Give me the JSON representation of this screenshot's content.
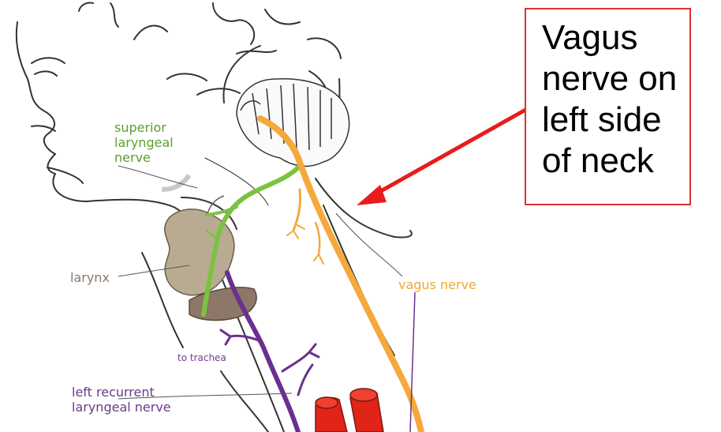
{
  "colors": {
    "outline": "#333333",
    "superior_laryngeal_nerve": "#7cc242",
    "vagus_nerve": "#f4a93a",
    "recurrent_laryngeal_nerve": "#6a2f8f",
    "larynx": "#b9ab92",
    "larynx_lower": "#8d7768",
    "heart_vessels": "#e02418",
    "callout_border": "#e03030",
    "arrow": "#e81c1c"
  },
  "labels": {
    "superior_laryngeal_nerve": "superior\nlaryngeal\nnerve",
    "larynx": "larynx",
    "vagus_nerve": "vagus nerve",
    "to_trachea": "to trachea",
    "left_recurrent_laryngeal_nerve": "left recurrent\nlaryngeal nerve"
  },
  "callout": {
    "text": "Vagus\nnerve on\nleft side\nof neck"
  }
}
